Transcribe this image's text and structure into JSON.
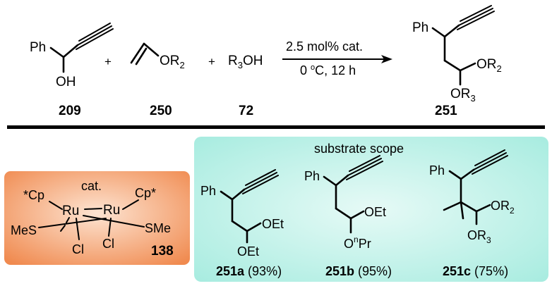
{
  "scheme": {
    "reactant_209": {
      "label": "209",
      "ph": "Ph",
      "oh": "OH"
    },
    "plus1": "+",
    "reactant_250": {
      "label": "250",
      "group": "OR",
      "sub": "2"
    },
    "plus2": "+",
    "reactant_72": {
      "label": "72",
      "r": "R",
      "sub": "3",
      "oh": "OH"
    },
    "conditions": {
      "line1": "2.5 mol% cat.",
      "line2a": "0 ",
      "line2sup": "o",
      "line2b": "C, 12 h"
    },
    "product_251": {
      "label": "251",
      "ph": "Ph",
      "or2": "OR",
      "or2sub": "2",
      "or3": "OR",
      "or3sub": "3"
    }
  },
  "catalyst": {
    "title": "cat.",
    "label": "138",
    "cp_left": "*Cp",
    "cp_right": "Cp*",
    "ru1": "Ru",
    "ru2": "Ru",
    "s_left": "MeS",
    "s_right": "SMe",
    "cl1": "Cl",
    "cl2": "Cl",
    "bg_color": "#f08a4f"
  },
  "scope": {
    "title": "substrate scope",
    "bg_color": "#a8ece0",
    "items": [
      {
        "label": "251a",
        "yield": " (93%)",
        "ph": "Ph",
        "top_group": "OEt",
        "bottom_group": "OEt"
      },
      {
        "label": "251b",
        "yield": " (95%)",
        "ph": "Ph",
        "top_group": "OEt",
        "bottom_o": "O",
        "bottom_sup": "n",
        "bottom_r": "Pr"
      },
      {
        "label": "251c",
        "yield": " (75%)",
        "ph": "Ph",
        "top_group": "OR",
        "top_sub": "2",
        "bottom_group": "OR",
        "bottom_sub": "3"
      }
    ]
  }
}
